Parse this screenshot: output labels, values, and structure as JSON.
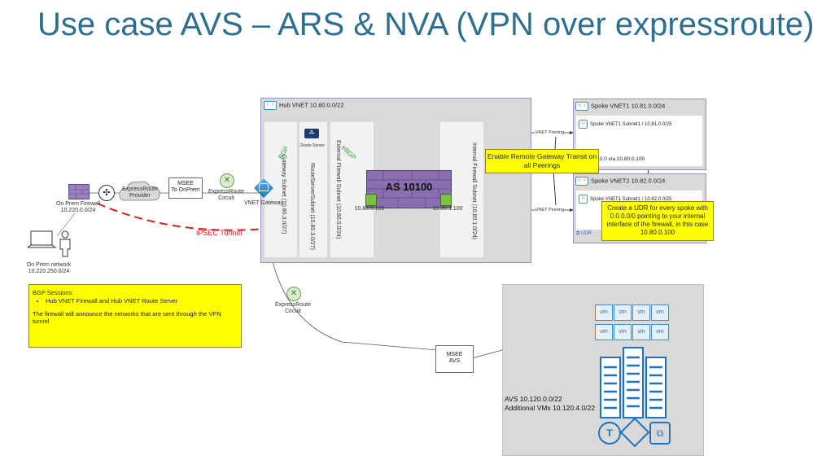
{
  "title": "Use case AVS – ARS & NVA (VPN over expressroute)",
  "onprem": {
    "firewall_label": "On Prem Firewall",
    "firewall_cidr": "10.220.0.0/24",
    "network_label": "On Prem network",
    "network_cidr": "10.220.250.0/24",
    "provider_label": "ExpressRoute Provider",
    "msee_onprem_label": "MSEE",
    "msee_onprem_sub": "To OnPrem",
    "er_circuit_label": "ExpressRoute Circuit"
  },
  "hub": {
    "header": "Hub VNET 10.80.0.0/22",
    "vnet_gateway_label": "VNET Gateway",
    "gateway_subnet": "Gateway Subnet (10.80.3.0/27)",
    "route_server_subnet": "RouteServerSubnet (10.80.3.0/27)",
    "route_server_label": "Route Server",
    "external_fw_subnet": "External Firewall Subnet (10.80.0.0/24)",
    "internal_fw_subnet": "Internal Firewall Subnet (10.80.1.0/24)",
    "bgp1": "BGP",
    "bgp2": "eBGP",
    "as_label": "AS 10100",
    "ip_external": "10.80.0.100",
    "ip_internal": "10.80.1.100",
    "ipsec_label": "IPSEC Tunnel"
  },
  "spokes": {
    "spoke1_header": "Spoke VNET1 10.81.0.0/24",
    "spoke1_subnet": "Spoke VNET1 Subnet1 / 10.81.0.0/25",
    "spoke2_header": "Spoke VNET2 10.82.0.0/24",
    "spoke2_subnet": "Spoke VNET1 Subnet1 / 10.82.0.0/25",
    "udr_route": "0.0.0.0 via 10.80.0.100",
    "udr_label": "UDR",
    "peering1": "VNET Peering",
    "peering2": "VNET Peering"
  },
  "callouts": {
    "gateway_transit": "Enable Remote Gateway Transit on all Peerings",
    "udr_note": "Create a UDR for every spoke with 0.0.0.0/0 pointing to your internal interface of the firewall, in this case 10.80.0.100",
    "bgp_title": "BGP Sessions:",
    "bgp_item": "Hub VNET Firewall and Hub VNET Route Server",
    "bgp_text": "The firewall will announce the networks that are sent through the VPN tunnel"
  },
  "avs": {
    "er_circuit_label": "ExpressRoute Circuit",
    "msee_label": "MSEE",
    "msee_sub": "AVS",
    "cidr": "AVS 10.120.0.0/22",
    "additional": "Additional VMs 10.120.4.0/22",
    "vm_labels": [
      "vm",
      "vm",
      "vm",
      "vm",
      "vm",
      "vm",
      "vm",
      "vm"
    ]
  }
}
